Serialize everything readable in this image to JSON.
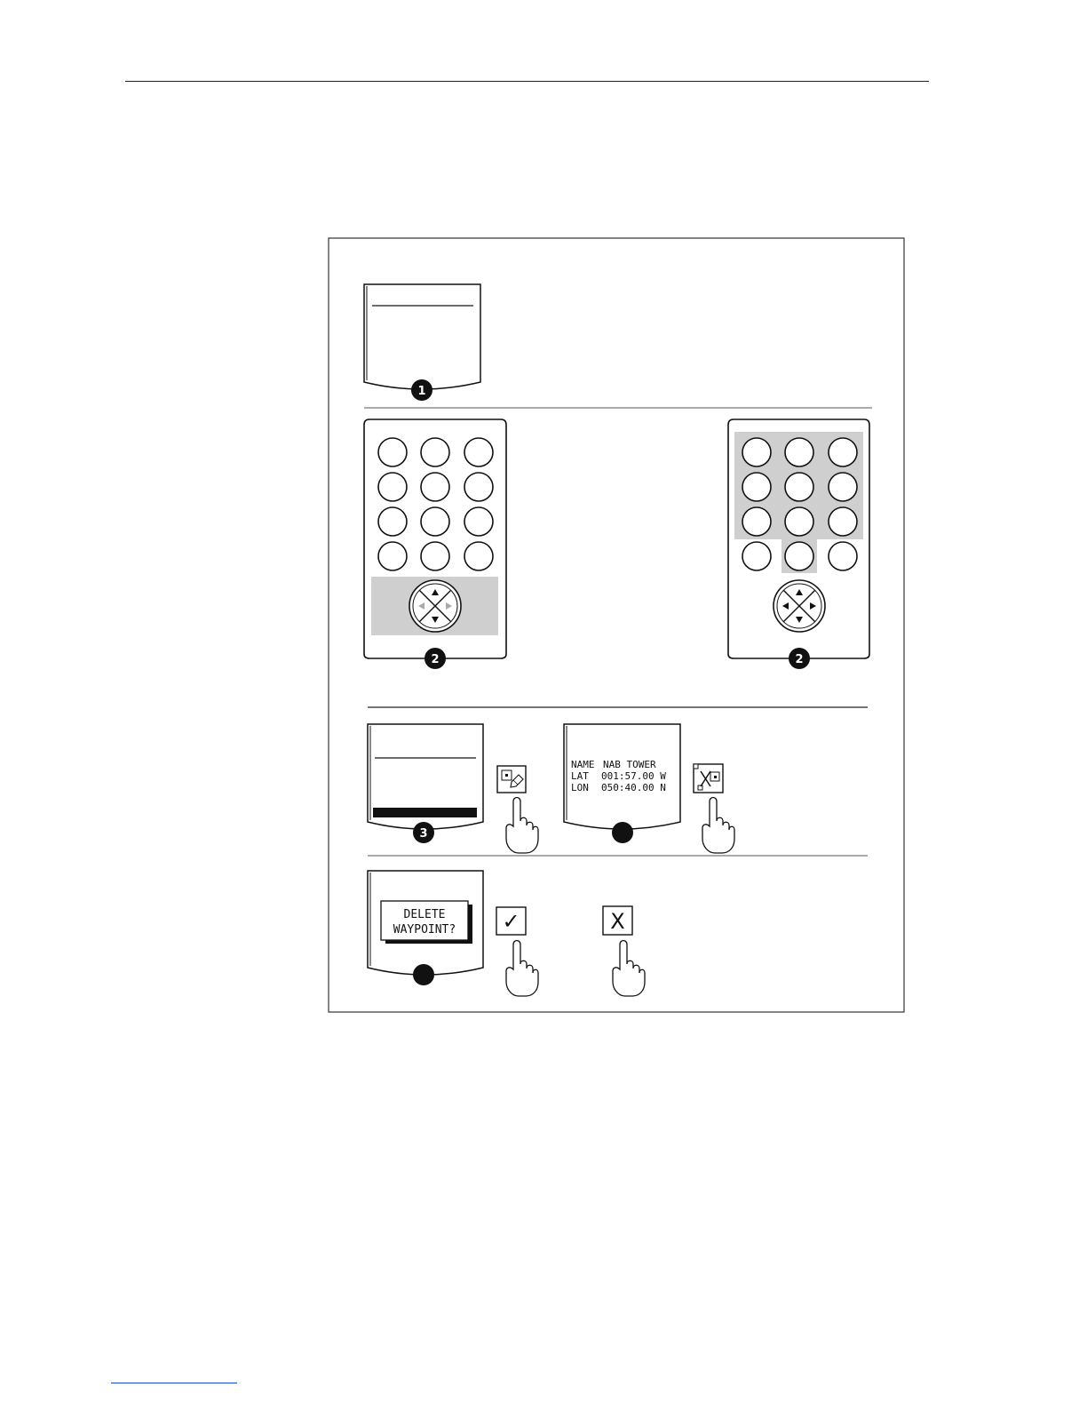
{
  "figure": {
    "callouts": {
      "step1": "1",
      "step2_left": "2",
      "step2_right": "2",
      "step3": "3"
    },
    "waypoint_screen": {
      "rows": [
        {
          "label": "NAME",
          "value": "NAB TOWER"
        },
        {
          "label": "LAT",
          "value": "001:57.00 W"
        },
        {
          "label": "LON",
          "value": "050:40.00 N"
        }
      ]
    },
    "confirm_dialog": {
      "line1": "DELETE",
      "line2": "WAYPOINT?"
    },
    "softkeys": {
      "edit_icon": "edit-waypoint-icon",
      "delete_icon": "delete-waypoint-icon",
      "yes_icon": "checkmark-icon",
      "no_icon": "cross-icon",
      "yes_symbol": "✓",
      "no_symbol": "X"
    }
  }
}
